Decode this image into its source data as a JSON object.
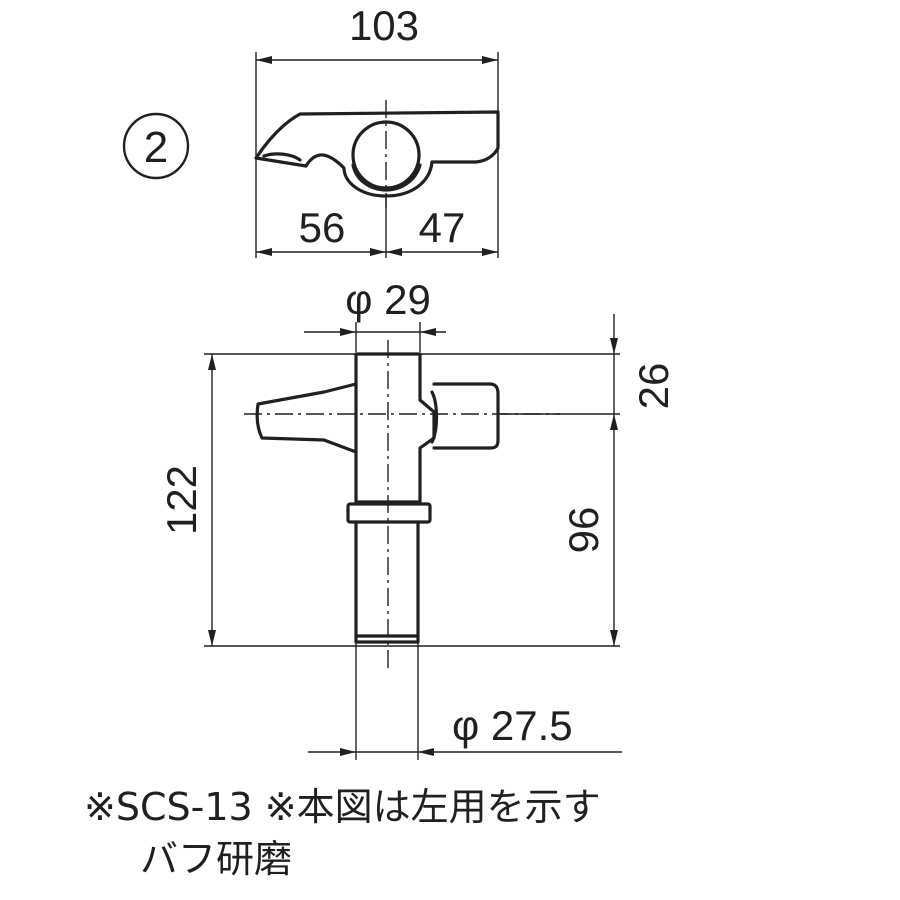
{
  "callout": {
    "number": "2",
    "symbol": "②"
  },
  "top_view": {
    "overall_length": "103",
    "left_length": "56",
    "right_length": "47"
  },
  "front_view": {
    "hole_diameter": "φ 29",
    "height_total": "122",
    "height_top": "26",
    "height_lower": "96",
    "shaft_diameter": "φ 27.5"
  },
  "notes": {
    "line1": "※SCS-13 ※本図は左用を示す",
    "line2": "バフ研磨"
  }
}
